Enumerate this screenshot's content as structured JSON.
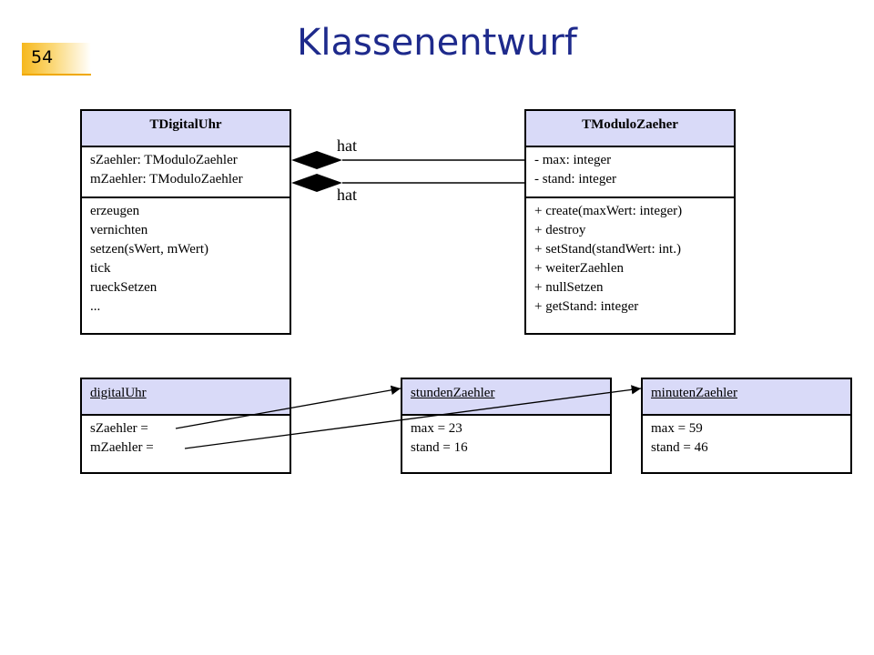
{
  "slide": {
    "number": "54",
    "title": "Klassenentwurf"
  },
  "classes": {
    "digital": {
      "name": "TDigitalUhr",
      "attributes": [
        "sZaehler: TModuloZaehler",
        "mZaehler: TModuloZaehler"
      ],
      "methods": [
        "erzeugen",
        "vernichten",
        "setzen(sWert, mWert)",
        "tick",
        "rueckSetzen",
        "..."
      ]
    },
    "modulo": {
      "name": "TModuloZaeher",
      "attributes": [
        "- max: integer",
        "- stand: integer"
      ],
      "methods": [
        "+ create(maxWert: integer)",
        "+ destroy",
        "+ setStand(standWert: int.)",
        "+ weiterZaehlen",
        "+ nullSetzen",
        "+ getStand: integer"
      ]
    }
  },
  "associations": {
    "label_top": "hat",
    "label_bottom": "hat"
  },
  "objects": {
    "digital": {
      "name": "digitalUhr",
      "fields": [
        "sZaehler =",
        "mZaehler ="
      ]
    },
    "stunden": {
      "name": "stundenZaehler",
      "fields": [
        "max = 23",
        "stand = 16"
      ]
    },
    "minuten": {
      "name": "minutenZaehler",
      "fields": [
        "max = 59",
        "stand = 46"
      ]
    }
  },
  "colors": {
    "title": "#1e2a8c",
    "header_fill": "#d9daf8",
    "slide_number_accent": "#f6b81e"
  }
}
